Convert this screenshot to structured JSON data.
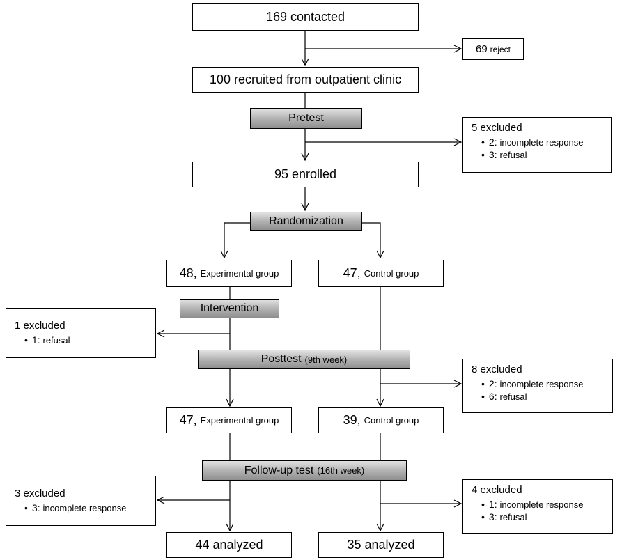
{
  "nodes": {
    "contacted": "169 contacted",
    "reject": {
      "num": "69",
      "label": "reject"
    },
    "recruited": "100 recruited from outpatient clinic",
    "pretest": "Pretest",
    "enrolled": "95 enrolled",
    "randomization": "Randomization",
    "exp_group_1": {
      "num": "48,",
      "label": "Experimental group"
    },
    "ctrl_group_1": {
      "num": "47,",
      "label": "Control group"
    },
    "intervention": "Intervention",
    "posttest": {
      "label": "Posttest",
      "note": "(9th week)"
    },
    "exp_group_2": {
      "num": "47,",
      "label": "Experimental group"
    },
    "ctrl_group_2": {
      "num": "39,",
      "label": "Control group"
    },
    "followup": {
      "label": "Follow-up test",
      "note": "(16th week)"
    },
    "exp_analyzed": "44 analyzed",
    "ctrl_analyzed": "35 analyzed"
  },
  "exclusions": {
    "pretest": {
      "title": "5 excluded",
      "items": [
        {
          "bullet": "•",
          "num": "2:",
          "text": "incomplete response"
        },
        {
          "bullet": "•",
          "num": "3:",
          "text": "refusal"
        }
      ]
    },
    "intervention": {
      "title": "1 excluded",
      "items": [
        {
          "bullet": "•",
          "num": "1:",
          "text": "refusal"
        }
      ]
    },
    "posttest_control": {
      "title": "8 excluded",
      "items": [
        {
          "bullet": "•",
          "num": "2:",
          "text": "incomplete response"
        },
        {
          "bullet": "•",
          "num": "6:",
          "text": "refusal"
        }
      ]
    },
    "followup_exp": {
      "title": "3 excluded",
      "items": [
        {
          "bullet": "•",
          "num": "3:",
          "text": "incomplete response"
        }
      ]
    },
    "followup_control": {
      "title": "4 excluded",
      "items": [
        {
          "bullet": "•",
          "num": "1:",
          "text": "incomplete response"
        },
        {
          "bullet": "•",
          "num": "3:",
          "text": "refusal"
        }
      ]
    }
  }
}
